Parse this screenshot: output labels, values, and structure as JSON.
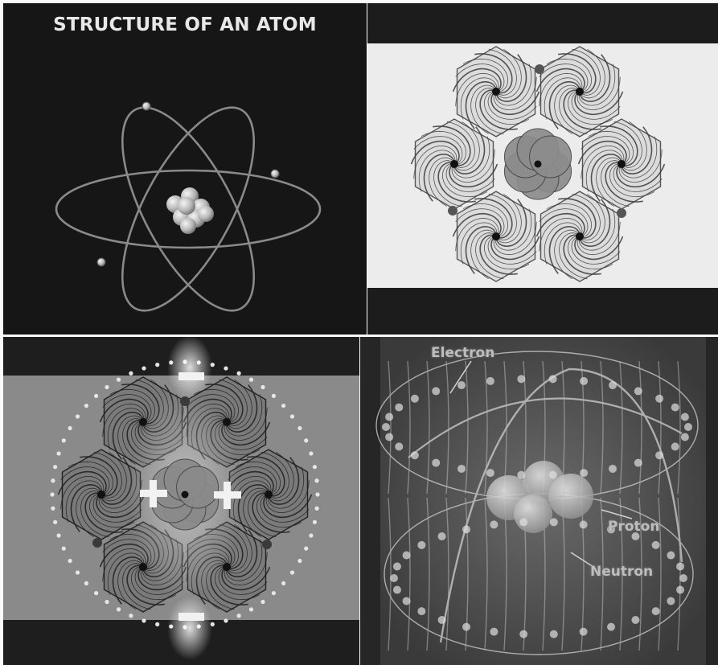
{
  "panels": {
    "atom": {
      "title": "STRUCTURE OF AN ATOM"
    },
    "particles": {
      "electron_label": "Electron",
      "proton_label": "Proton",
      "neutron_label": "Neutron"
    }
  }
}
